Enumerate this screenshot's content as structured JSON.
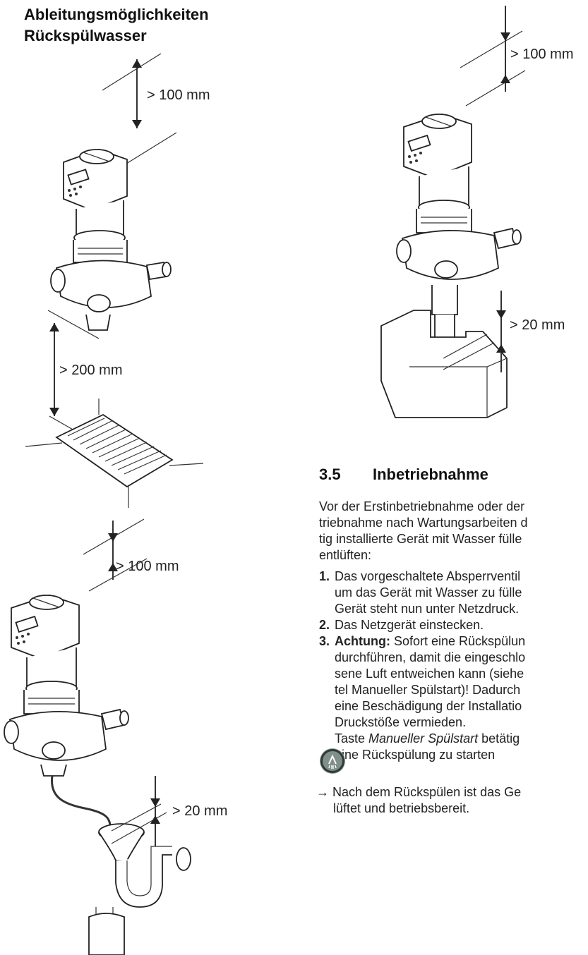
{
  "heading": {
    "line1": "Ableitungsmöglichkeiten",
    "line2": "Rückspülwasser"
  },
  "dimensions": {
    "fig1_top": "> 100 mm",
    "fig1_bottom": "> 200 mm",
    "fig2_top": "> 100 mm",
    "fig2_bottom": "> 20 mm",
    "fig3_top": "> 100 mm",
    "fig3_bottom": "> 20 mm"
  },
  "section": {
    "number": "3.5",
    "title": "Inbetriebnahme"
  },
  "intro": [
    "Vor der Erstinbetriebnahme oder der",
    "triebnahme nach Wartungsarbeiten d",
    "tig installierte Gerät mit Wasser fülle",
    "entlüften:"
  ],
  "steps": [
    {
      "num": "1.",
      "lines": [
        "Das vorgeschaltete Absperrventil",
        "um das Gerät mit Wasser zu fülle",
        "Gerät steht nun unter Netzdruck."
      ]
    },
    {
      "num": "2.",
      "lines": [
        "Das Netzgerät einstecken."
      ]
    },
    {
      "num": "3.",
      "bold": "Achtung:",
      "first_rest": " Sofort eine Rückspülun",
      "lines": [
        "durchführen, damit die eingeschlo",
        "sene Luft entweichen kann (siehe",
        "tel Manueller Spülstart)! Dadurch",
        "eine Beschädigung der Installatio",
        "Druckstöße vermieden."
      ],
      "note_pre": "Taste ",
      "note_em": "Manueller Spülstart",
      "note_post": " betätig",
      "note_line2": "eine Rückspülung zu starten"
    }
  ],
  "result": {
    "arrow": "→",
    "line1": "Nach dem Rückspülen ist das Ge",
    "line2": "lüftet und betriebsbereit."
  },
  "icons": {
    "manual_flush": "manual-flush-icon"
  }
}
